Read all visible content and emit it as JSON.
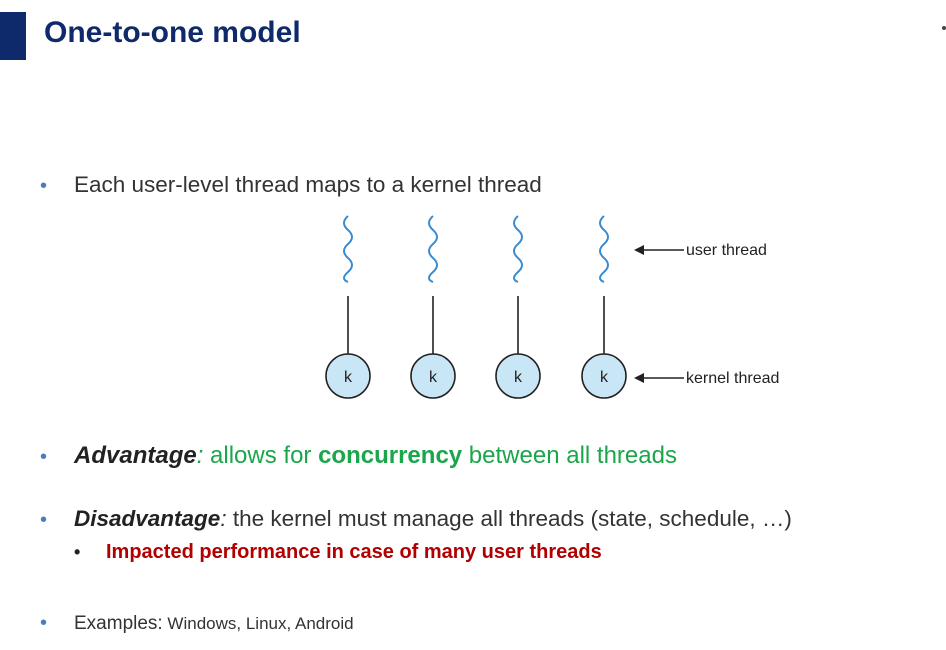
{
  "slide": {
    "title": "One-to-one model"
  },
  "bullets": {
    "b1": {
      "text": "Each user-level thread maps to a kernel thread"
    },
    "b2": {
      "lead": "Advantage",
      "colon": ":",
      "text1": " allows for ",
      "bold": "concurrency",
      "text2": " between all threads"
    },
    "b3": {
      "lead": "Disadvantage",
      "colon": ":",
      "text": " the kernel must manage all threads (state, schedule, …)"
    },
    "b3_sub": {
      "text": "Impacted performance in case of many user threads"
    },
    "b4": {
      "lead": "Examples:",
      "items": " Windows, Linux, Android"
    }
  },
  "diagram": {
    "user_label": "user thread",
    "kernel_label": "kernel thread",
    "threads": [
      {
        "kernel": "k"
      },
      {
        "kernel": "k"
      },
      {
        "kernel": "k"
      },
      {
        "kernel": "k"
      }
    ]
  },
  "colors": {
    "title": "#0f2a6b",
    "bullet": "#4a7ebb",
    "advantage": "#1aa64a",
    "warning": "#b20000",
    "kernel_fill": "#c9e6f7"
  }
}
